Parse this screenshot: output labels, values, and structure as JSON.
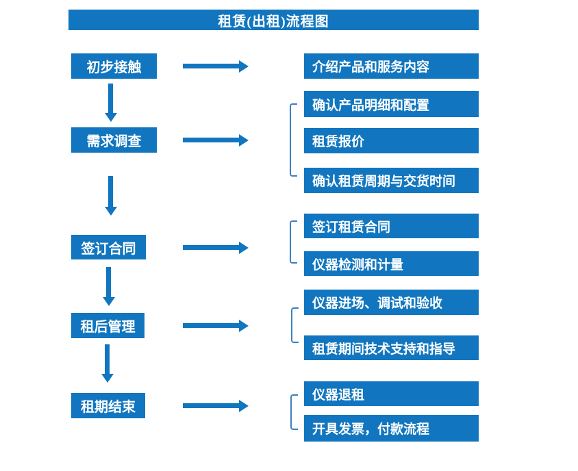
{
  "title": "租赁(出租)流程图",
  "colors": {
    "primary": "#1176BF",
    "bracket": "#3E7FBF",
    "text_on_primary": "#FFFFFF",
    "background": "#FFFFFF"
  },
  "stages": [
    {
      "label": "初步接触",
      "details": [
        "介绍产品和服务内容"
      ]
    },
    {
      "label": "需求调查",
      "details": [
        "确认产品明细和配置",
        "租赁报价",
        "确认租赁周期与交货时间"
      ]
    },
    {
      "label": "签订合同",
      "details": [
        "签订租赁合同",
        "仪器检测和计量"
      ]
    },
    {
      "label": "租后管理",
      "details": [
        "仪器进场、调试和验收",
        "租赁期间技术支持和指导"
      ]
    },
    {
      "label": "租期结束",
      "details": [
        "仪器退租",
        "开具发票，付款流程"
      ]
    }
  ]
}
